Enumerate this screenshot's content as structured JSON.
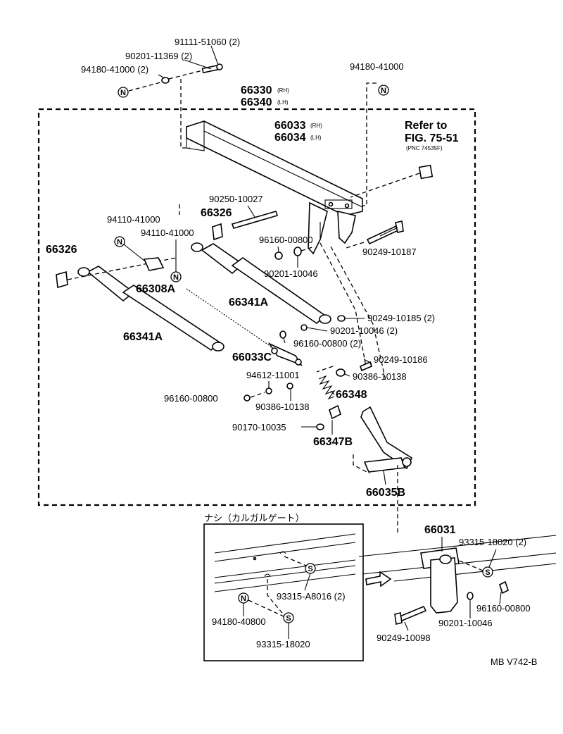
{
  "labels": {
    "p91111": "91111-51060 (2)",
    "p90201_11369": "90201-11369 (2)",
    "p94180_left": "94180-41000 (2)",
    "p94180_right": "94180-41000",
    "p66330": "66330",
    "p66330_suffix": "(RH)",
    "p66340": "66340",
    "p66340_suffix": "(LH)",
    "p66033": "66033",
    "p66033_suffix": "(RH)",
    "p66034": "66034",
    "p66034_suffix": "(LH)",
    "refer_line1": "Refer to",
    "refer_line2": "FIG. 75-51",
    "refer_line3": "(PNC 74535F)",
    "p90250": "90250-10027",
    "p66326_top": "66326",
    "p66326_left": "66326",
    "p94110_a": "94110-41000",
    "p94110_b": "94110-41000",
    "p96160_top": "96160-00800",
    "p90201_10046_top": "90201-10046",
    "p90249_10187": "90249-10187",
    "p66308A": "66308A",
    "p66341A_right": "66341A",
    "p66341A_left": "66341A",
    "p90249_10185": "90249-10185 (2)",
    "p90201_10046_2": "90201-10046 (2)",
    "p96160_2": "96160-00800 (2)",
    "p66033C": "66033C",
    "p90249_10186": "90249-10186",
    "p90386_right": "90386-10138",
    "p94612": "94612-11001",
    "p66348": "66348",
    "p96160_left": "96160-00800",
    "p90386_left": "90386-10138",
    "p90170": "90170-10035",
    "p66347B": "66347B",
    "p66035B": "66035B",
    "inset_title": "ナシ（カルガルゲート）",
    "p93315_A8016": "93315-A8016 (2)",
    "p94180_40800": "94180-40800",
    "p93315_18020_inset": "93315-18020",
    "p66031": "66031",
    "p93315_18020_right": "93315-18020 (2)",
    "p96160_bottom": "96160-00800",
    "p90201_10046_bottom": "90201-10046",
    "p90249_10098": "90249-10098",
    "figure_code": "MB V742-B"
  },
  "symbols": {
    "nut": "N",
    "screw": "S"
  }
}
